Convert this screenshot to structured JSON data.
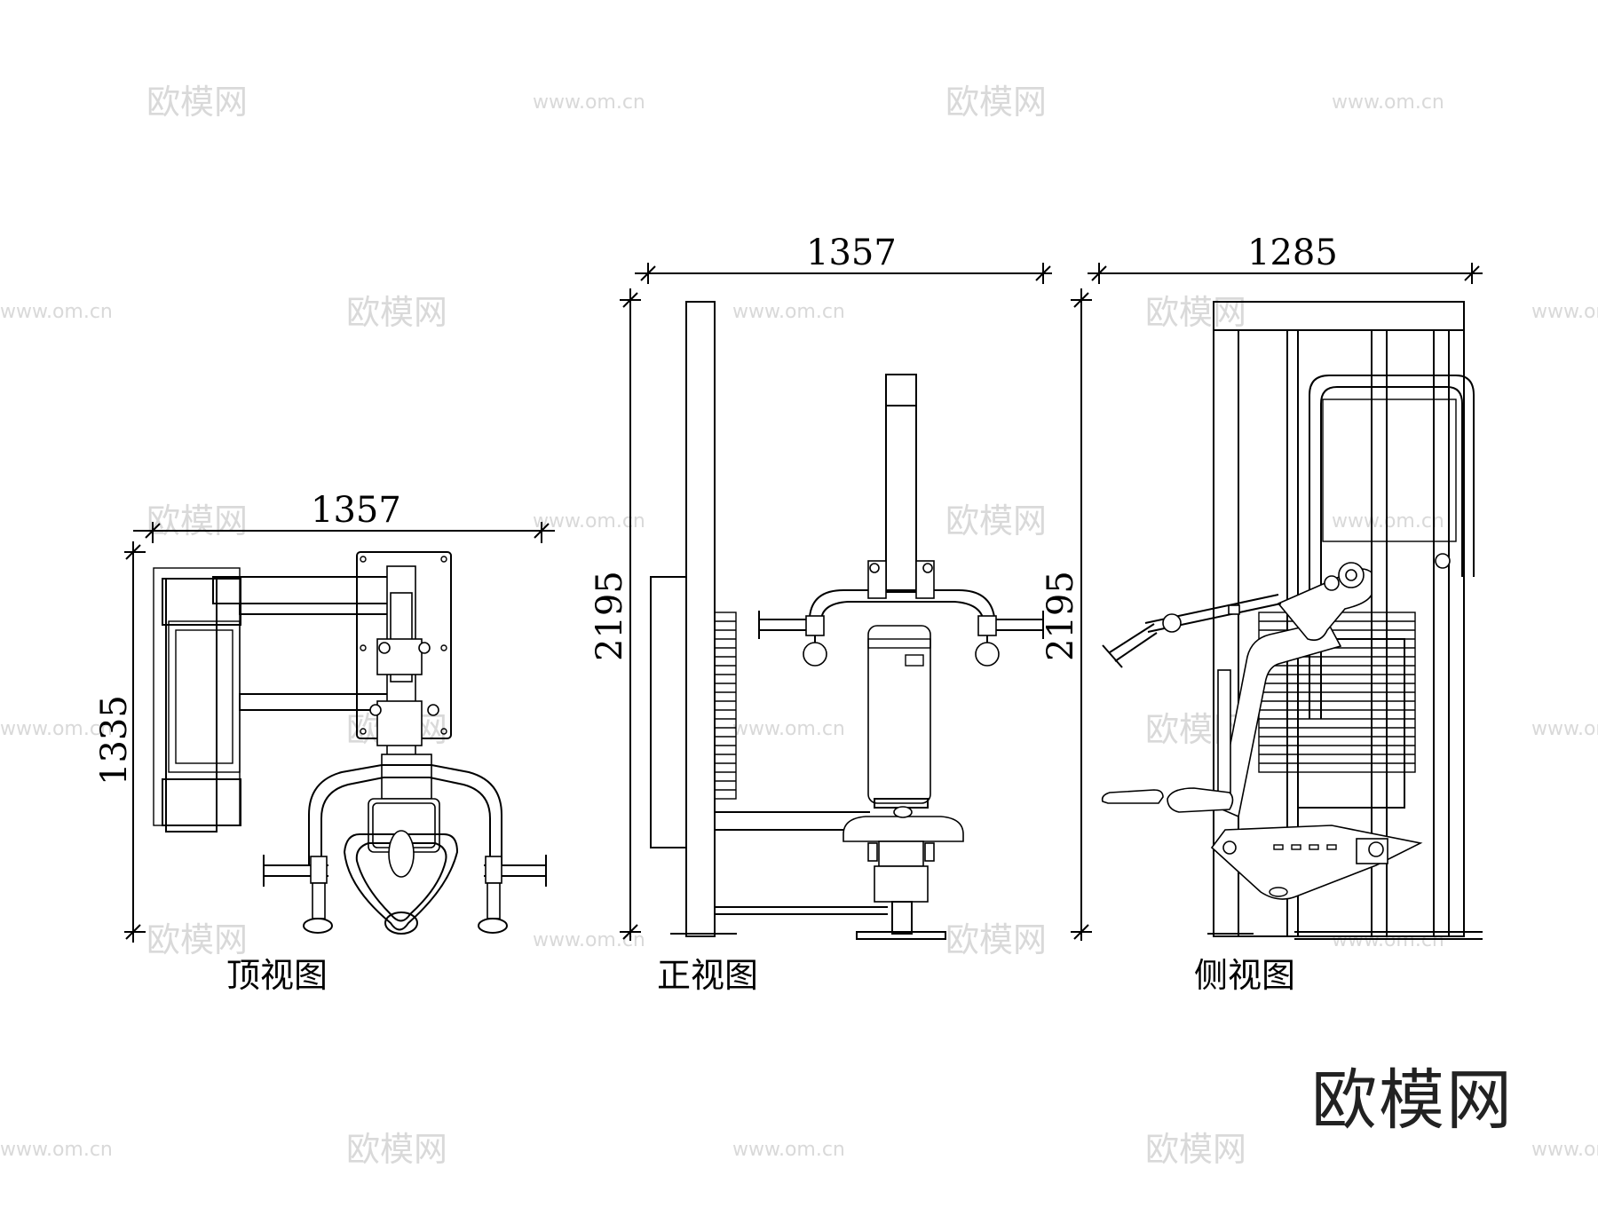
{
  "top_view": {
    "caption": "顶视图",
    "width_dim": "1357",
    "depth_dim": "1335"
  },
  "front_view": {
    "caption": "正视图",
    "width_dim": "1357",
    "height_dim": "2195"
  },
  "side_view": {
    "caption": "侧视图",
    "width_dim": "1285",
    "height_dim": "2195"
  },
  "watermark": {
    "logo_text": "欧模网",
    "url_text": "www.om.cn"
  },
  "brand_mark": "欧模网"
}
